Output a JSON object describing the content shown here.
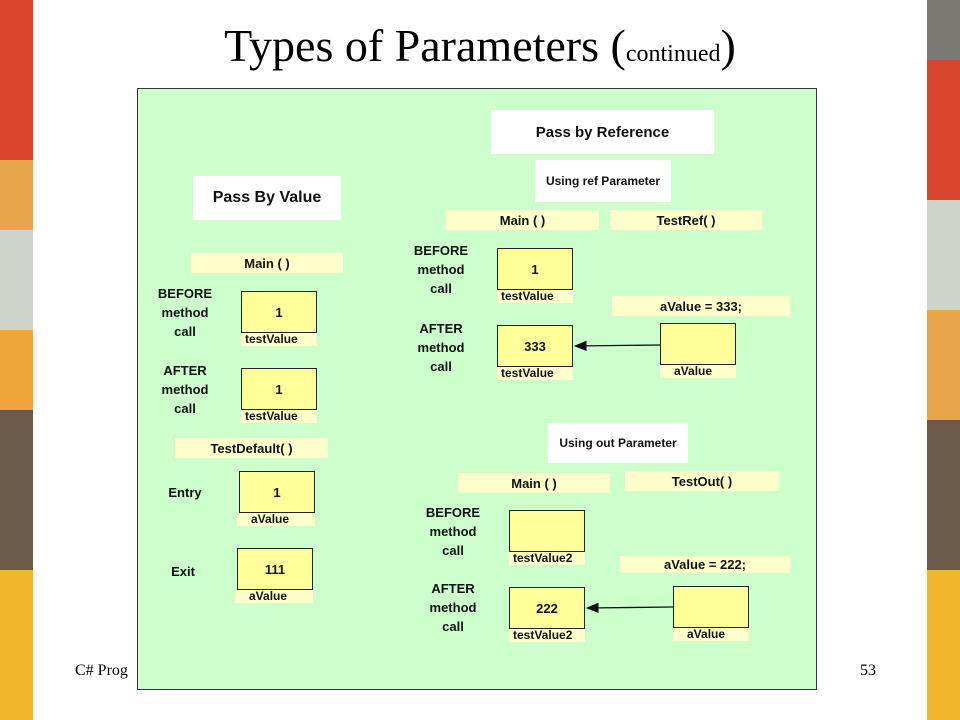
{
  "slide": {
    "title_main": "Types of Parameters (",
    "title_small": "continued",
    "title_close": ")",
    "footer_left": "C# Prog",
    "page_number": "53"
  },
  "pass_by_value": {
    "heading": "Pass By Value",
    "main_label": "Main ( )",
    "before_label": "BEFORE\nmethod\ncall",
    "before_value": "1",
    "before_var": "testValue",
    "after_label": "AFTER\nmethod\ncall",
    "after_value": "1",
    "after_var": "testValue",
    "method_label": "TestDefault( )",
    "entry_label": "Entry",
    "entry_value": "1",
    "entry_var": "aValue",
    "exit_label": "Exit",
    "exit_value": "111",
    "exit_var": "aValue"
  },
  "pass_by_reference": {
    "heading": "Pass by Reference",
    "ref": {
      "subheading": "Using ref Parameter",
      "main_label": "Main ( )",
      "method_label": "TestRef( )",
      "before_label": "BEFORE\nmethod\ncall",
      "before_value": "1",
      "before_var": "testValue",
      "assign_label": "aValue = 333;",
      "after_label": "AFTER\nmethod\ncall",
      "after_value": "333",
      "after_var": "testValue",
      "param_value": "",
      "param_var": "aValue"
    },
    "out": {
      "subheading": "Using out Parameter",
      "main_label": "Main ( )",
      "method_label": "TestOut( )",
      "before_label": "BEFORE\nmethod\ncall",
      "before_value": "",
      "before_var": "testValue2",
      "assign_label": "aValue = 222;",
      "after_label": "AFTER\nmethod\ncall",
      "after_value": "222",
      "after_var": "testValue2",
      "param_value": "",
      "param_var": "aValue"
    }
  }
}
